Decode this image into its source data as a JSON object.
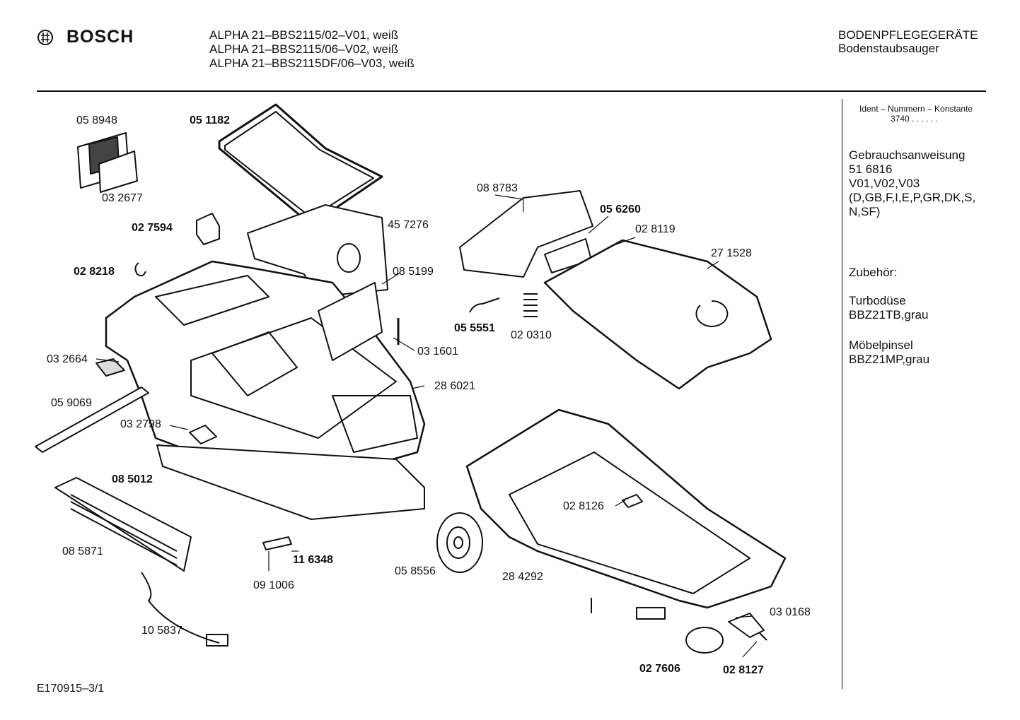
{
  "header": {
    "brand": "BOSCH",
    "models": [
      "ALPHA 21–BBS2115/02–V01, weiß",
      "ALPHA 21–BBS2115/06–V02, weiß",
      "ALPHA 21–BBS2115DF/06–V03, weiß"
    ],
    "category": "BODENPFLEGEGERÄTE",
    "subcategory": "Bodenstaubsauger"
  },
  "sidebar": {
    "ident_line1": "Ident – Nummern – Konstante",
    "ident_line2": "3740  . .   . . . .",
    "manual_title": "Gebrauchsanweisung",
    "manual_number": "51 6816",
    "manual_versions": "V01,V02,V03",
    "manual_languages1": "(D,GB,F,I,E,P,GR,DK,S,",
    "manual_languages2": "N,SF)",
    "accessories_title": "Zubehör:",
    "acc1_name": "Turbodüse",
    "acc1_code": "BBZ21TB,grau",
    "acc2_name": "Möbelpinsel",
    "acc2_code": "BBZ21MP,grau"
  },
  "parts": {
    "p058948": "05 8948",
    "p032677": "03 2677",
    "p051182": "05 1182",
    "p457276": "45 7276",
    "p027594": "02 7594",
    "p028218": "02 8218",
    "p088783": "08 8783",
    "p056260": "05 6260",
    "p028119": "02 8119",
    "p271528": "27 1528",
    "p085199": "08 5199",
    "p055551": "05 5551",
    "p020310": "02 0310",
    "p031601": "03 1601",
    "p032664": "03 2664",
    "p286021": "28 6021",
    "p059069": "05 9069",
    "p032798": "03 2798",
    "p085012": "08 5012",
    "p085871": "08 5871",
    "p116348": "11 6348",
    "p091006": "09 1006",
    "p058556": "05 8556",
    "p284292": "28 4292",
    "p028126": "02 8126",
    "p105837": "10 5837",
    "p030168": "03 0168",
    "p027606": "02 7606",
    "p028127": "02 8127"
  },
  "footer": {
    "drawing_id": "E170915–3/1"
  }
}
